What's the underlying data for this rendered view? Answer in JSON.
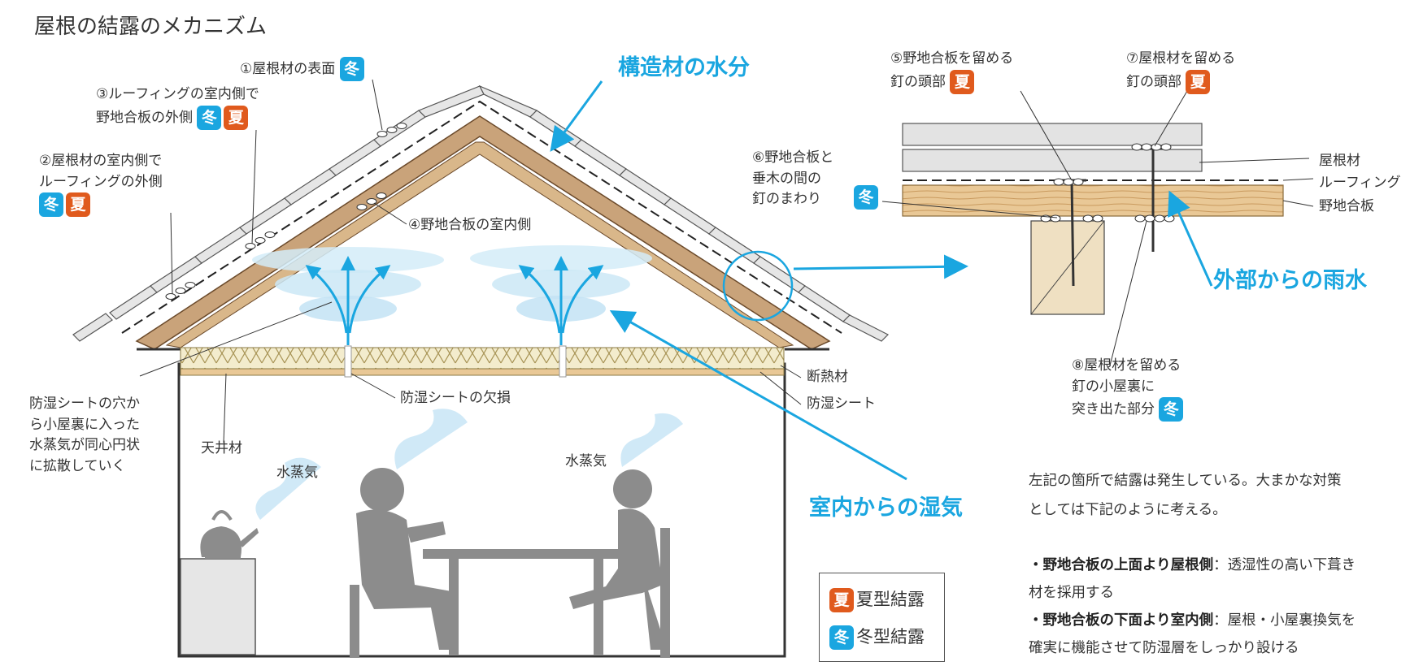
{
  "title": "屋根の結露のメカニズム",
  "labels": {
    "l1": "①屋根材の表面",
    "l3a": "③ルーフィングの室内側で",
    "l3b": "野地合板の外側",
    "l2a": "②屋根材の室内側で",
    "l2b": "ルーフィングの外側",
    "l4": "④野地合板の室内側",
    "l5a": "⑤野地合板を留める",
    "l5b": "釘の頭部",
    "l7a": "⑦屋根材を留める",
    "l7b": "釘の頭部",
    "l6a": "⑥野地合板と",
    "l6b": "垂木の間の",
    "l6c": "釘のまわり",
    "l8a": "⑧屋根材を留める",
    "l8b": "釘の小屋裏に",
    "l8c": "突き出た部分",
    "roof_material": "屋根材",
    "roofing": "ルーフィング",
    "plywood": "野地合板",
    "insulation": "断熱材",
    "vapor_sheet": "防湿シート",
    "sheet_defect": "防湿シートの欠損",
    "ceiling": "天井材",
    "steam_left": "水蒸気",
    "steam_right": "水蒸気",
    "diffuse_a": "防湿シートの穴か",
    "diffuse_b": "ら小屋裏に入った",
    "diffuse_c": "水蒸気が同心円状",
    "diffuse_d": "に拡散していく"
  },
  "callouts": {
    "structural": "構造材の水分",
    "rain": "外部からの雨水",
    "indoor": "室内からの湿気"
  },
  "badges": {
    "winter": "冬",
    "summer": "夏"
  },
  "legend": {
    "summer": "夏型結露",
    "winter": "冬型結露"
  },
  "notes": {
    "line1": "左記の箇所で結露は発生している。大まかな対策",
    "line2": "としては下記のように考える。",
    "b1_head": "・野地合板の上面より屋根側",
    "b1_text": "：透湿性の高い下葺き",
    "b1_cont": "材を採用する",
    "b2_head": "・野地合板の下面より室内側",
    "b2_text": "：屋根・小屋裏換気を",
    "b2_cont": "確実に機能させて防湿層をしっかり設ける"
  },
  "colors": {
    "winter": "#1aa6e0",
    "summer": "#e05a1d",
    "accent_blue": "#1aa6e0",
    "wood": "#c9a37a",
    "silhouette": "#8c8c8c"
  }
}
